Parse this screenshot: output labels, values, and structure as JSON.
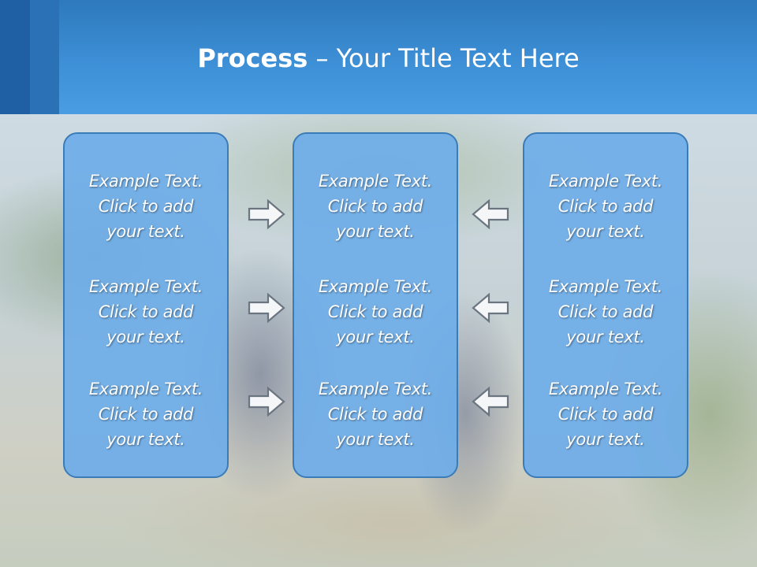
{
  "header": {
    "title_bold": "Process",
    "title_rest": " – Your Title Text Here"
  },
  "columns": [
    {
      "items": [
        {
          "line1": "Example Text.",
          "line2": "Click  to add",
          "line3": "your text."
        },
        {
          "line1": "Example Text.",
          "line2": "Click  to add",
          "line3": "your text."
        },
        {
          "line1": "Example Text.",
          "line2": "Click  to add",
          "line3": "your text."
        }
      ]
    },
    {
      "items": [
        {
          "line1": "Example Text.",
          "line2": "Click  to add",
          "line3": "your text."
        },
        {
          "line1": "Example Text.",
          "line2": "Click  to add",
          "line3": "your text."
        },
        {
          "line1": "Example Text.",
          "line2": "Click  to add",
          "line3": "your text."
        }
      ]
    },
    {
      "items": [
        {
          "line1": "Example Text.",
          "line2": "Click  to add",
          "line3": "your text."
        },
        {
          "line1": "Example Text.",
          "line2": "Click  to add",
          "line3": "your text."
        },
        {
          "line1": "Example Text.",
          "line2": "Click  to add",
          "line3": "your text."
        }
      ]
    }
  ],
  "arrows": {
    "left_group": "arrow-right-icon",
    "right_group": "arrow-left-icon"
  },
  "colors": {
    "header": "#3d8fd6",
    "header_stripe_dark": "#1f5fa3",
    "box_fill": "#6eace8",
    "box_border": "#3a7cb8",
    "text": "#ffffff"
  }
}
